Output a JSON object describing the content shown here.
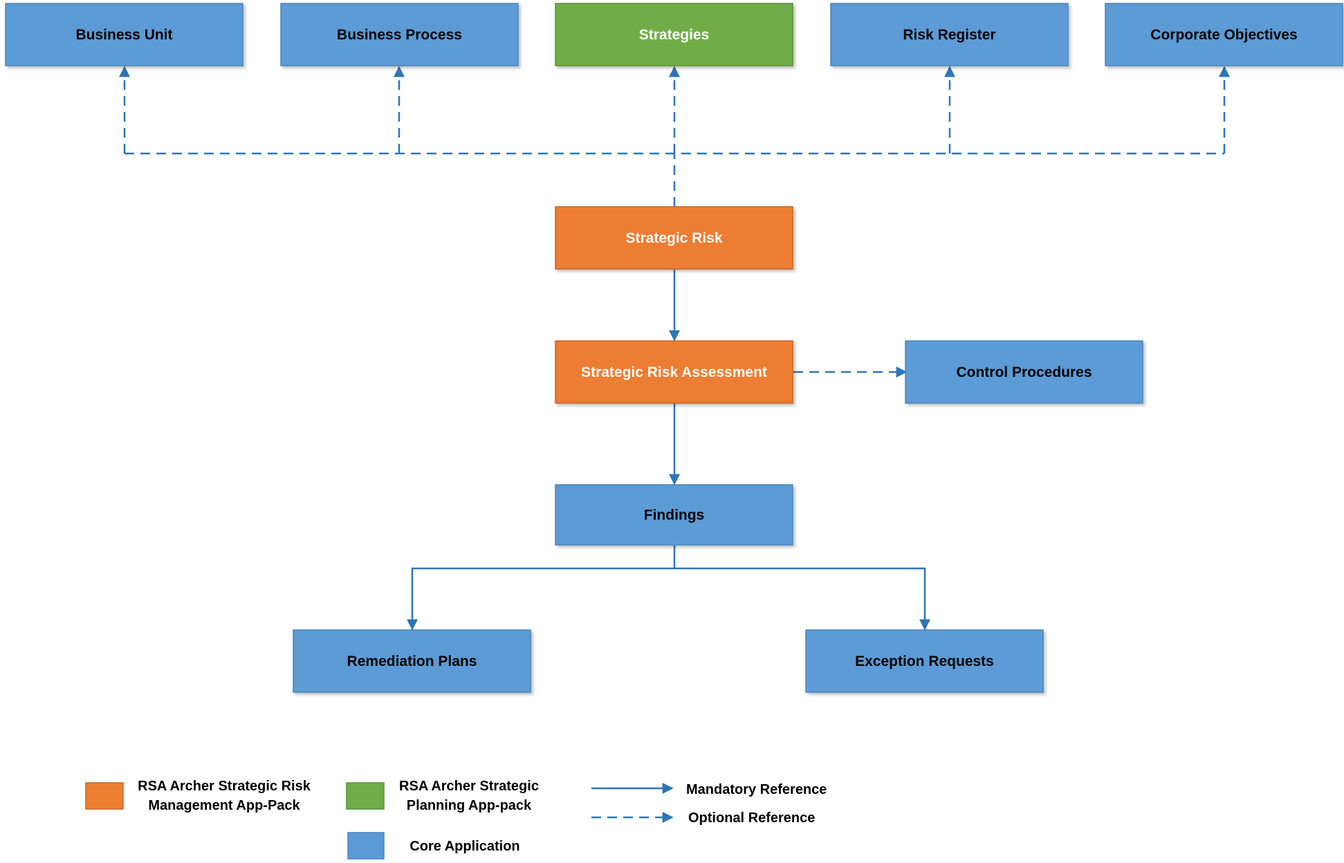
{
  "colors": {
    "core": "#5b9bd5",
    "core_border": "#4a84b9",
    "risk_pack": "#ed7d31",
    "risk_border": "#c96524",
    "planning_pack": "#70ad47",
    "planning_border": "#5a8f39",
    "connector": "#2e75b6",
    "text_dark": "#000000",
    "text_light": "#ffffff"
  },
  "nodes": {
    "business_unit": {
      "label": "Business Unit",
      "type": "core"
    },
    "business_process": {
      "label": "Business Process",
      "type": "core"
    },
    "strategies": {
      "label": "Strategies",
      "type": "planning"
    },
    "risk_register": {
      "label": "Risk Register",
      "type": "core"
    },
    "corporate_objectives": {
      "label": "Corporate Objectives",
      "type": "core"
    },
    "strategic_risk": {
      "label": "Strategic Risk",
      "type": "risk"
    },
    "strategic_risk_assessment": {
      "label": "Strategic Risk Assessment",
      "type": "risk"
    },
    "control_procedures": {
      "label": "Control Procedures",
      "type": "core"
    },
    "findings": {
      "label": "Findings",
      "type": "core"
    },
    "remediation_plans": {
      "label": "Remediation Plans",
      "type": "core"
    },
    "exception_requests": {
      "label": "Exception Requests",
      "type": "core"
    }
  },
  "edges": [
    {
      "from": "strategic_risk",
      "to": "business_unit",
      "style": "optional"
    },
    {
      "from": "strategic_risk",
      "to": "business_process",
      "style": "optional"
    },
    {
      "from": "strategic_risk",
      "to": "strategies",
      "style": "optional"
    },
    {
      "from": "strategic_risk",
      "to": "risk_register",
      "style": "optional"
    },
    {
      "from": "strategic_risk",
      "to": "corporate_objectives",
      "style": "optional"
    },
    {
      "from": "strategic_risk",
      "to": "strategic_risk_assessment",
      "style": "mandatory"
    },
    {
      "from": "strategic_risk_assessment",
      "to": "control_procedures",
      "style": "optional"
    },
    {
      "from": "strategic_risk_assessment",
      "to": "findings",
      "style": "mandatory"
    },
    {
      "from": "findings",
      "to": "remediation_plans",
      "style": "mandatory"
    },
    {
      "from": "findings",
      "to": "exception_requests",
      "style": "mandatory"
    }
  ],
  "legend": {
    "risk_pack": {
      "line1": "RSA Archer Strategic Risk",
      "line2": "Management App-Pack"
    },
    "planning_pack": {
      "line1": "RSA Archer Strategic",
      "line2": "Planning App-pack"
    },
    "core_app": {
      "label": "Core Application"
    },
    "mandatory": {
      "label": "Mandatory Reference"
    },
    "optional": {
      "label": "Optional Reference"
    }
  }
}
